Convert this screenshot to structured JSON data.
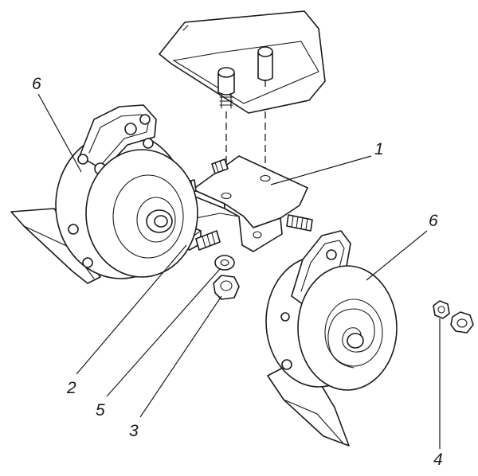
{
  "callouts": {
    "horn_left": "6",
    "bracket": "1",
    "horn_right": "6",
    "bolt": "2",
    "washer": "5",
    "nut": "3",
    "nut_right": "4"
  },
  "colors": {
    "line": "#1a1a1a",
    "paper": "#ffffff"
  }
}
